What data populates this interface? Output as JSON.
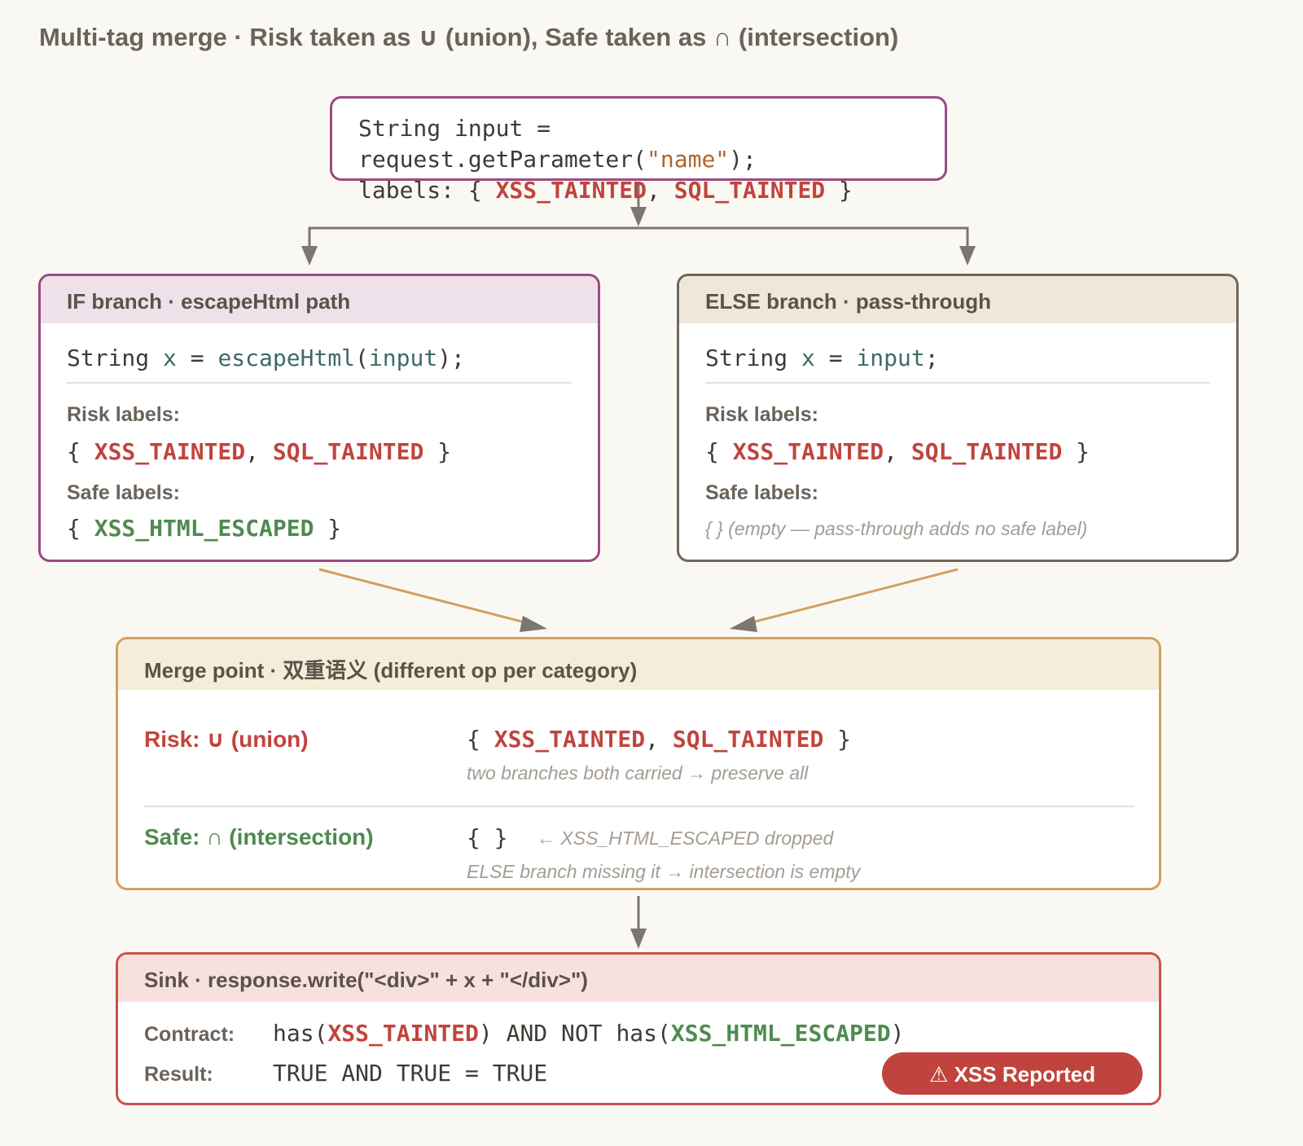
{
  "title": "Multi-tag merge · Risk taken as ∪ (union), Safe taken as ∩ (intersection)",
  "source": {
    "line1_a": "String input = request.getParameter(",
    "line1_str": "\"name\"",
    "line1_b": ");",
    "line2_a": "labels: { ",
    "line2_tag1": "XSS_TAINTED",
    "line2_sep": ", ",
    "line2_tag2": "SQL_TAINTED",
    "line2_b": " }"
  },
  "if_branch": {
    "header": "IF branch · escapeHtml path",
    "code_a": "String ",
    "code_var": "x",
    "code_eq": " = ",
    "code_fn": "escapeHtml",
    "code_p1": "(",
    "code_arg": "input",
    "code_p2": ");",
    "risk_label": "Risk labels:",
    "risk_open": "{ ",
    "risk_tag1": "XSS_TAINTED",
    "risk_sep": ", ",
    "risk_tag2": "SQL_TAINTED",
    "risk_close": " }",
    "safe_label": "Safe labels:",
    "safe_open": "{ ",
    "safe_tag": "XSS_HTML_ESCAPED",
    "safe_close": " }"
  },
  "else_branch": {
    "header": "ELSE branch · pass-through",
    "code_a": "String ",
    "code_var": "x",
    "code_eq": " = ",
    "code_arg": "input",
    "code_end": ";",
    "risk_label": "Risk labels:",
    "risk_open": "{ ",
    "risk_tag1": "XSS_TAINTED",
    "risk_sep": ", ",
    "risk_tag2": "SQL_TAINTED",
    "risk_close": " }",
    "safe_label": "Safe labels:",
    "safe_note": "{ } (empty — pass-through adds no safe label)"
  },
  "merge": {
    "header": "Merge point · 双重语义 (different op per category)",
    "risk_title": "Risk: ∪ (union)",
    "risk_open": "{ ",
    "risk_tag1": "XSS_TAINTED",
    "risk_sep": ", ",
    "risk_tag2": "SQL_TAINTED",
    "risk_close": " }",
    "risk_note": "two branches both carried → preserve all",
    "safe_title": "Safe: ∩ (intersection)",
    "safe_set": "{ }",
    "safe_dropped": "← XSS_HTML_ESCAPED dropped",
    "safe_note": "ELSE branch missing it → intersection is empty"
  },
  "sink": {
    "header": "Sink · response.write(\"<div>\" + x + \"</div>\")",
    "contract_label": "Contract:",
    "contract_a": "has(",
    "contract_tag1": "XSS_TAINTED",
    "contract_b": ") AND NOT has(",
    "contract_tag2": "XSS_HTML_ESCAPED",
    "contract_c": ")",
    "result_label": "Result:",
    "result_expr": "TRUE AND TRUE = TRUE",
    "badge": "⚠ XSS Reported"
  },
  "colors": {
    "risk": "#c0443d",
    "safe": "#4f8a4f",
    "if_border": "#9b4a86",
    "else_border": "#6f665e",
    "merge_border": "#d1a060",
    "sink_border": "#c9524b"
  }
}
